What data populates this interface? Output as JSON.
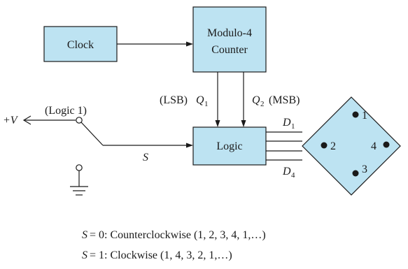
{
  "blocks": {
    "clock": "Clock",
    "counter_line1": "Modulo-4",
    "counter_line2": "Counter",
    "logic": "Logic"
  },
  "signals": {
    "q1_prefix": "(LSB)",
    "q1_name": "Q",
    "q1_sub": "1",
    "q2_name": "Q",
    "q2_sub": "2",
    "q2_suffix": "(MSB)",
    "plus_v": "+V",
    "logic1": "(Logic 1)",
    "s": "S",
    "d1_name": "D",
    "d1_sub": "1",
    "d4_name": "D",
    "d4_sub": "4"
  },
  "lamps": [
    "1",
    "2",
    "3",
    "4"
  ],
  "captions": {
    "line1_var": "S",
    "line1_text": "= 0: Counterclockwise (1, 2, 3, 4, 1,…)",
    "line2_var": "S",
    "line2_text": "= 1: Clockwise (1, 4, 3, 2, 1,…)"
  }
}
